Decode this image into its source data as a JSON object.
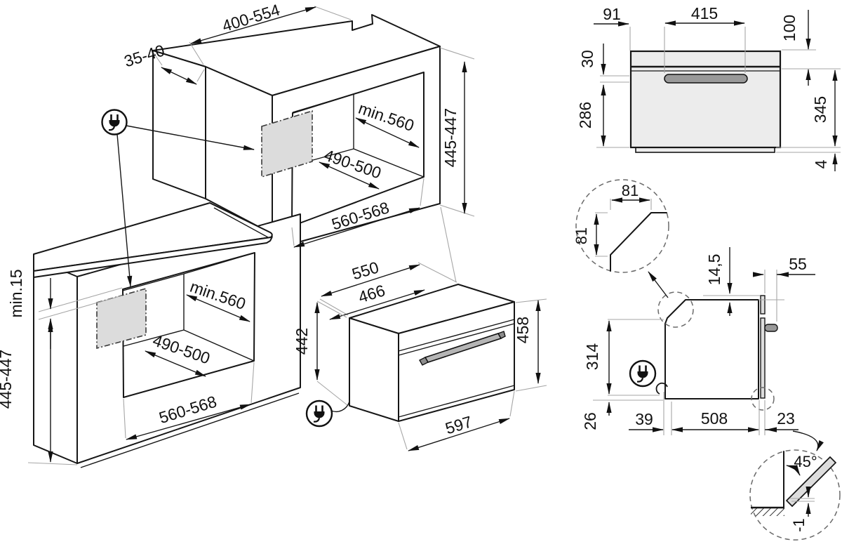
{
  "title": "Built-in compact oven installation diagram",
  "labels": {
    "top_width": "400-554",
    "top_gap": "35-40",
    "upper_depth": "min.560",
    "upper_inner": "490-500",
    "upper_height": "445-447",
    "upper_width": "560-568",
    "lower_clearance": "min.15",
    "lower_height": "445-447",
    "lower_depth": "min.560",
    "lower_inner": "490-500",
    "lower_width": "560-568",
    "oven_top_depth": "550",
    "oven_inner_depth": "466",
    "oven_body_height": "442",
    "oven_front_height": "458",
    "oven_width": "597",
    "back_offset": "91",
    "back_vent_width": "415",
    "back_top": "100",
    "back_vent_height": "30",
    "back_lower": "286",
    "back_right_height": "345",
    "back_base": "4",
    "chamfer_width": "81",
    "chamfer_height": "81",
    "door_gap": "14,5",
    "handle_depth": "55",
    "side_back_height": "314",
    "side_bottom_gap": "26",
    "side_front_gap": "39",
    "side_depth": "508",
    "side_door_depth": "23",
    "door_open_angle": "45°",
    "door_drop": "-1"
  },
  "icons": {
    "power_plug": "power-plug"
  }
}
